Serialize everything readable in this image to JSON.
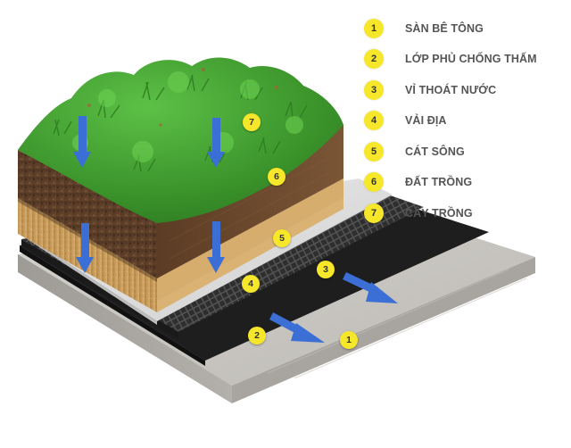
{
  "legend": {
    "items": [
      {
        "number": "1",
        "label": "SÀN BÊ TÔNG"
      },
      {
        "number": "2",
        "label": "LỚP PHỦ CHỐNG THẤM"
      },
      {
        "number": "3",
        "label": "VỈ THOÁT NƯỚC"
      },
      {
        "number": "4",
        "label": "VẢI ĐỊA"
      },
      {
        "number": "5",
        "label": "CÁT SÔNG"
      },
      {
        "number": "6",
        "label": "ĐẤT TRỒNG"
      },
      {
        "number": "7",
        "label": "CÂY TRỒNG"
      }
    ]
  },
  "callouts": [
    "7",
    "6",
    "5",
    "4",
    "3",
    "2",
    "1"
  ],
  "colors": {
    "badge": "#f6e72a",
    "arrow": "#3b6fd6",
    "concrete": "#c9c7c3",
    "membrane": "#1e1e1e",
    "drainage": "#2a2a2a",
    "geotextile": "#d9d9d9",
    "sand": "#c99d5c",
    "soil": "#5a3a22",
    "grass": "#3f9a2e"
  }
}
